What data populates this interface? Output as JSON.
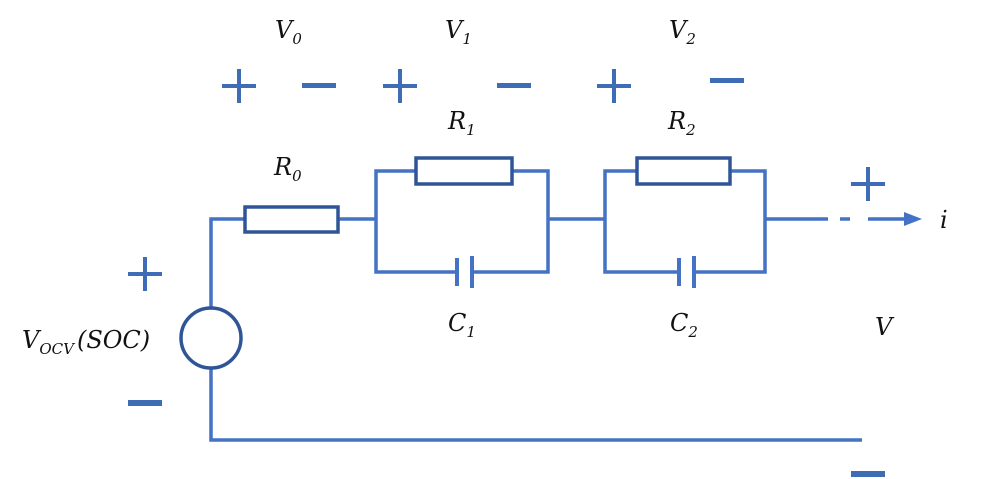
{
  "colors": {
    "wire": "#4472C4",
    "component": "#2F5597",
    "sign": "#3F6DB5",
    "text": "#111111"
  },
  "labels": {
    "v0": {
      "base": "V",
      "sub": "0"
    },
    "v1": {
      "base": "V",
      "sub": "1"
    },
    "v2": {
      "base": "V",
      "sub": "2"
    },
    "r0": {
      "base": "R",
      "sub": "0"
    },
    "r1": {
      "base": "R",
      "sub": "1"
    },
    "r2": {
      "base": "R",
      "sub": "2"
    },
    "c1": {
      "base": "C",
      "sub": "1"
    },
    "c2": {
      "base": "C",
      "sub": "2"
    },
    "vocv": {
      "base": "V",
      "sub": "OCV",
      "suffix": "(SOC)"
    },
    "v": "V",
    "i": "i"
  }
}
